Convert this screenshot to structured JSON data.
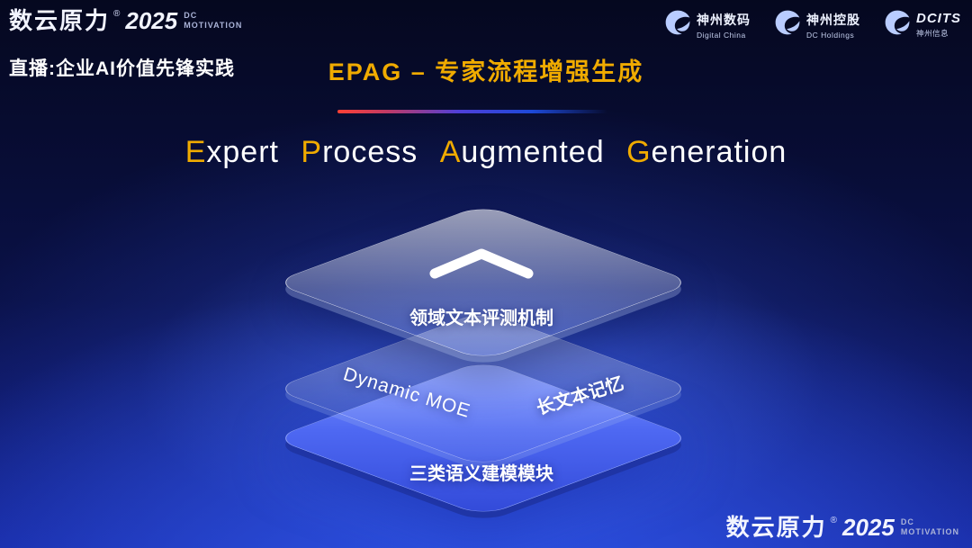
{
  "slide": {
    "live_label": "直播:企业AI价值先锋实践",
    "title_cn": "EPAG – 专家流程增强生成",
    "title_en_words": [
      {
        "initial": "E",
        "rest": "xpert"
      },
      {
        "initial": "P",
        "rest": "rocess"
      },
      {
        "initial": "A",
        "rest": "ugmented"
      },
      {
        "initial": "G",
        "rest": "eneration"
      }
    ]
  },
  "brand": {
    "name": "数云原力",
    "reg": "®",
    "year": "2025",
    "sub_line1": "DC",
    "sub_line2": "MOTIVATION"
  },
  "partner_logos": [
    {
      "line1": "神州数码",
      "line2": "Digital China"
    },
    {
      "line1": "神州控股",
      "line2": "DC Holdings"
    },
    {
      "line1": "DCITS",
      "line2": "神州信息"
    }
  ],
  "diagram": {
    "layers": [
      {
        "label": "领域文本评测机制"
      },
      {
        "label_left": "Dynamic MOE",
        "label_right": "长文本记忆"
      },
      {
        "label": "三类语义建模模块"
      }
    ]
  },
  "colors": {
    "gold": "#f0ab00",
    "layer_blue": "#4e68f2",
    "background_navy": "#0a1148",
    "divider_red": "#ff4034",
    "divider_blue": "#1d49d8"
  }
}
